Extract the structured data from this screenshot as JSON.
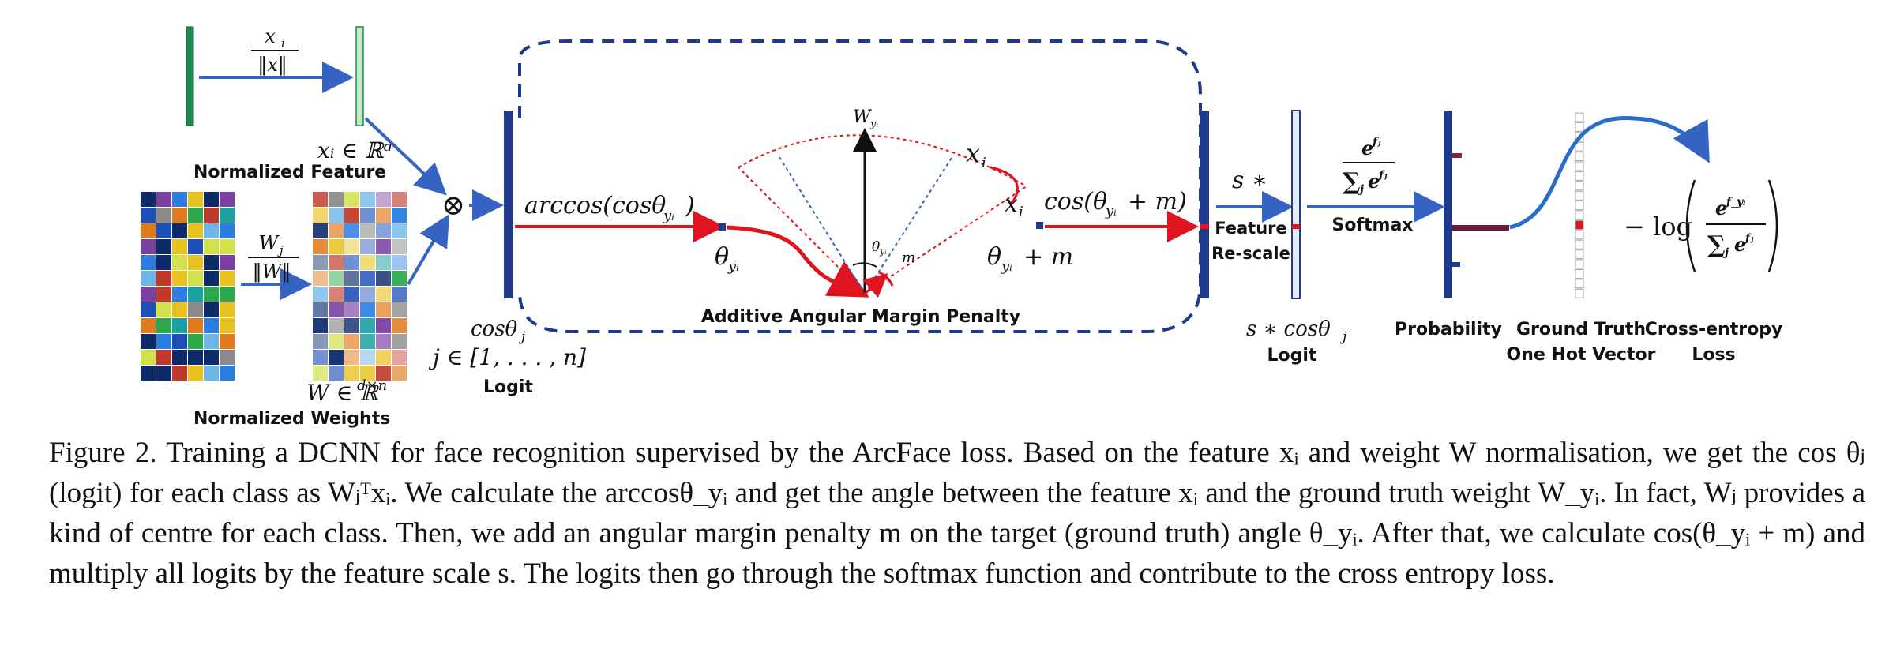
{
  "figure": {
    "labels": {
      "norm_feature_fraction_num": "x",
      "norm_feature_fraction_den": "‖x‖",
      "feature_space": "xᵢ ∈ ℝᵈ",
      "normalized_feature": "Normalized Feature",
      "norm_weight_fraction_num": "W",
      "norm_weight_fraction_den": "‖W‖",
      "weight_space": "W ∈ ℝ",
      "weight_space_sup": "d×n",
      "normalized_weights": "Normalized Weights",
      "multiply": "⊗",
      "cos_theta_j": "cosθ",
      "j_range": "j ∈ [1, . . . , n]",
      "logit_left": "Logit",
      "arccos": "arccos(cosθ",
      "arccos_close": ")",
      "theta_yi": "θ",
      "w_yi": "W",
      "theta_small": "θ",
      "m_small": "m",
      "x_i_top": "x",
      "x_i_side": "x",
      "theta_plus_m": "θ",
      "theta_plus_m_rest": "+ m",
      "additive_margin": "Additive Angular Margin Penalty",
      "cos_theta_m": "cos(θ",
      "cos_theta_m_rest": "+ m)",
      "s_star": "s ∗",
      "feature_rescale_1": "Feature",
      "feature_rescale_2": "Re-scale",
      "s_cos": "s ∗ cosθ",
      "logit_right": "Logit",
      "softmax_num": "e",
      "softmax_den": "∑",
      "softmax": "Softmax",
      "probability": "Probability",
      "gt_1": "Ground Truth",
      "gt_2": "One Hot Vector",
      "ce_1": "Cross-entropy",
      "ce_2": "Loss",
      "neg_log": "− log"
    },
    "colors": {
      "dark_blue": "#1f3a8a",
      "arrow_blue": "#3563c4",
      "red": "#e0141e",
      "green": "#1e8a4e",
      "light_green": "#c8e6c0",
      "light_blue": "#e4ecf8"
    }
  },
  "caption": {
    "text": "Figure 2. Training a DCNN for face recognition supervised by the ArcFace loss. Based on the feature xᵢ and weight W normalisation, we get the cos θⱼ (logit) for each class as Wⱼᵀxᵢ. We calculate the arccosθ_yᵢ and get the angle between the feature xᵢ and the ground truth weight W_yᵢ. In fact, Wⱼ provides a kind of centre for each class. Then, we add an angular margin penalty m on the target (ground truth) angle θ_yᵢ. After that, we calculate cos(θ_yᵢ + m) and multiply all logits by the feature scale s. The logits then go through the softmax function and contribute to the cross entropy loss."
  }
}
